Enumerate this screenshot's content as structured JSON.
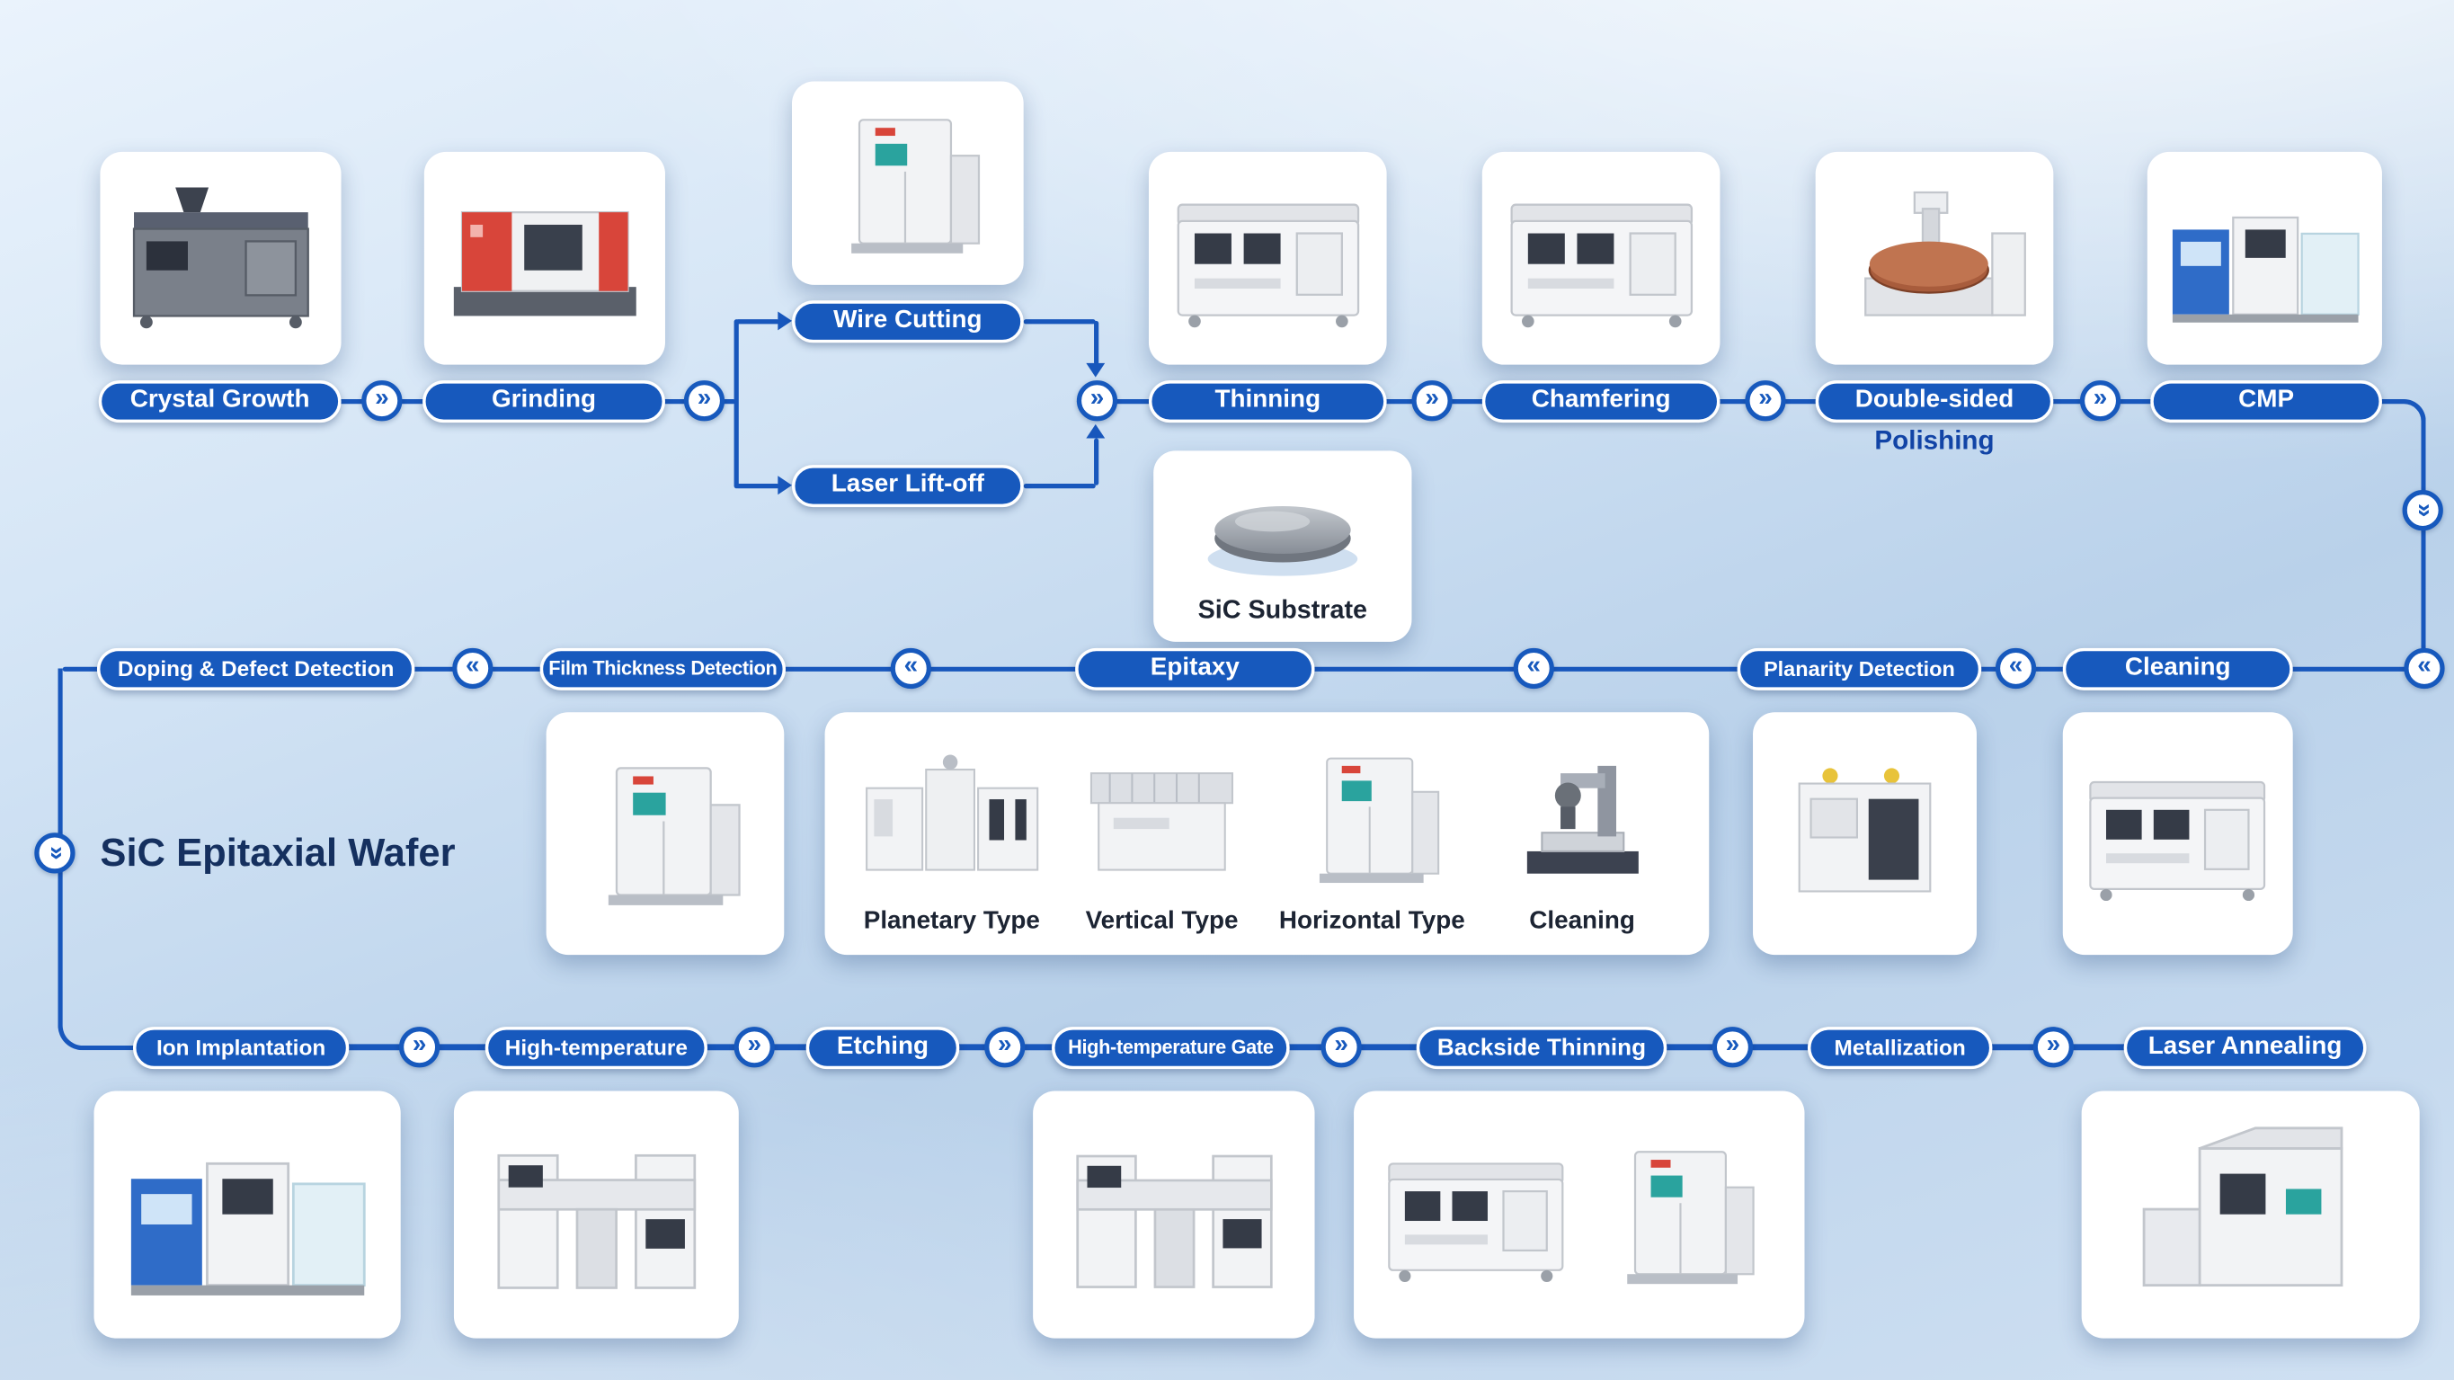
{
  "colors": {
    "accent": "#1857bc",
    "navy": "#15305f",
    "pill_bg": "#1759bd"
  },
  "glyphs": {
    "forward": "»",
    "backward": "«"
  },
  "flow_top": {
    "crystal_growth": "Crystal Growth",
    "grinding": "Grinding",
    "wire_cutting": "Wire Cutting",
    "laser_lift_off": "Laser Lift-off",
    "thinning": "Thinning",
    "chamfering": "Chamfering",
    "double_sided_line1": "Double-sided",
    "double_sided_line2": "Polishing",
    "cmp": "CMP"
  },
  "flow_middle": {
    "doping_defect_detection": "Doping & Defect Detection",
    "film_thickness_detection": "Film Thickness Detection",
    "epitaxy": "Epitaxy",
    "planarity_detection": "Planarity Detection",
    "cleaning": "Cleaning",
    "sic_substrate": "SiC Substrate",
    "sic_epitaxial_wafer": "SiC Epitaxial Wafer",
    "epitaxy_equipment": {
      "planetary": "Planetary Type",
      "vertical": "Vertical Type",
      "horizontal": "Horizontal Type",
      "cleaning": "Cleaning"
    }
  },
  "flow_bottom": {
    "ion_implantation": "Ion Implantation",
    "high_temperature": "High-temperature",
    "etching": "Etching",
    "high_temperature_gate": "High-temperature Gate",
    "backside_thinning": "Backside Thinning",
    "metallization": "Metallization",
    "laser_annealing": "Laser Annealing"
  }
}
